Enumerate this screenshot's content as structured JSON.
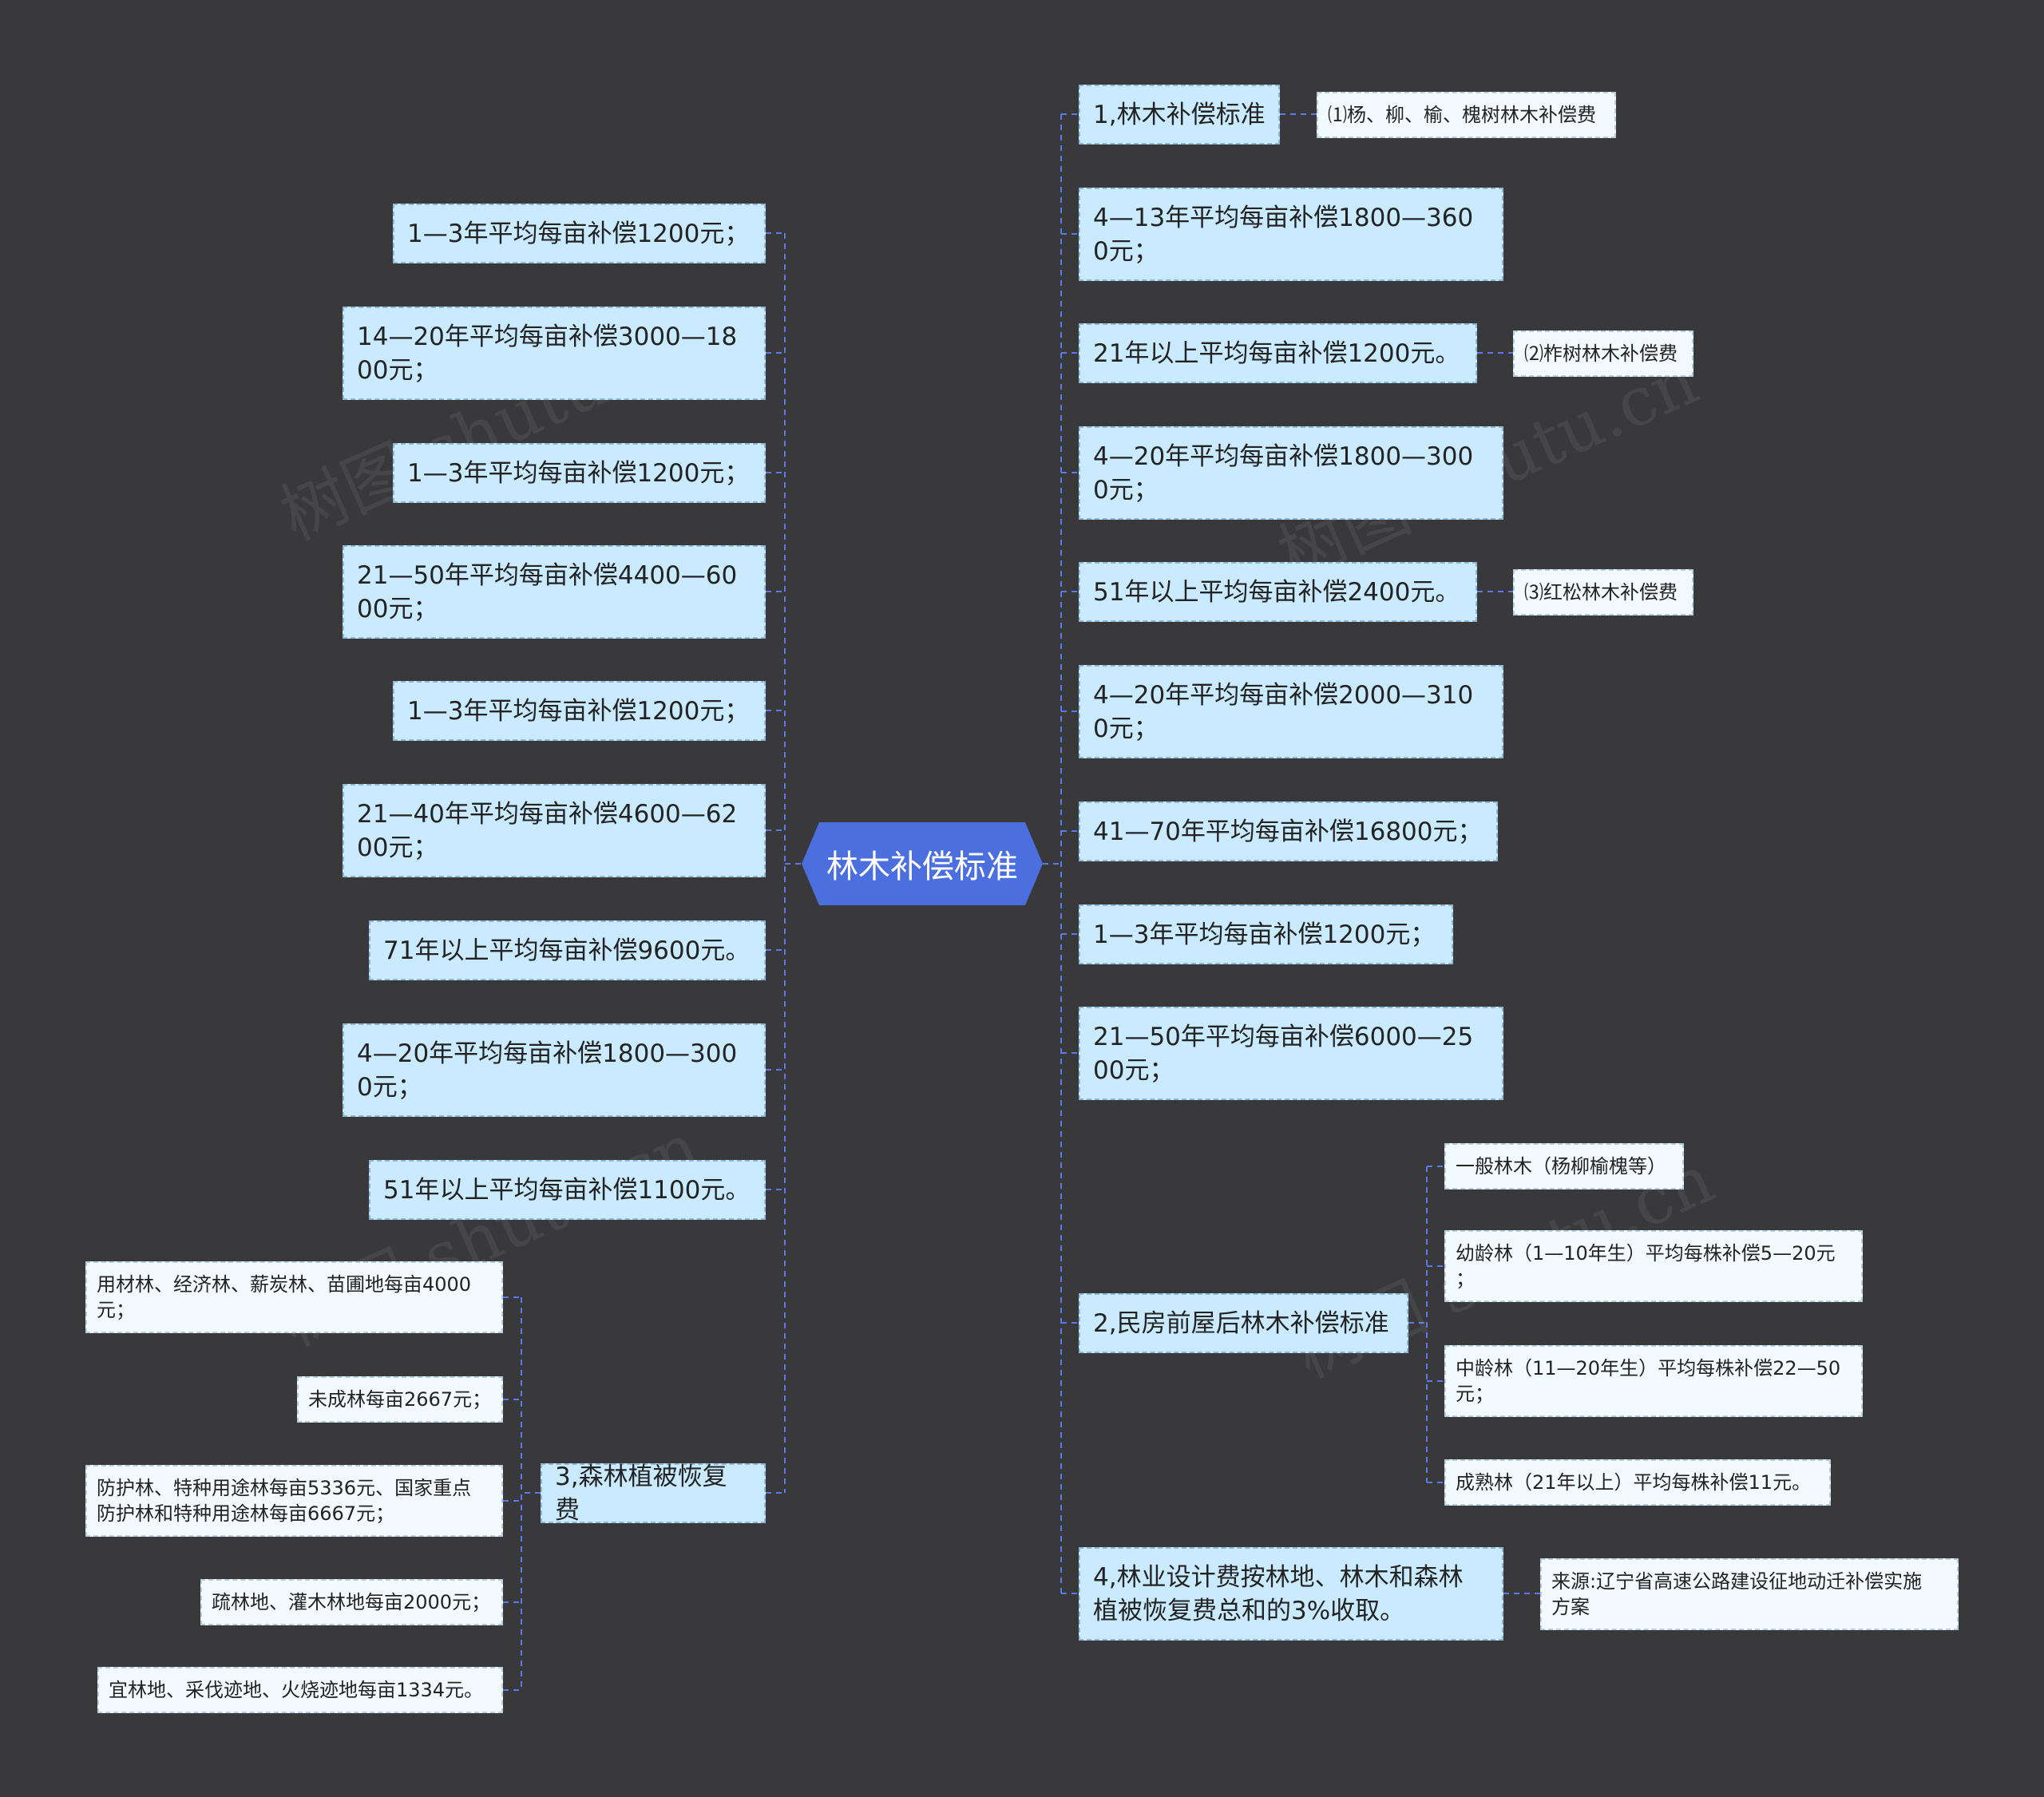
{
  "root": {
    "label": "林木补偿标准"
  },
  "left_items": [
    "1—3年平均每亩补偿1200元；",
    "14—20年平均每亩补偿3000—18\n00元；",
    "1—3年平均每亩补偿1200元；",
    "21—50年平均每亩补偿4400—60\n00元；",
    "1—3年平均每亩补偿1200元；",
    "21—40年平均每亩补偿4600—62\n00元；",
    "71年以上平均每亩补偿9600元。",
    "4—20年平均每亩补偿1800—300\n0元；",
    "51年以上平均每亩补偿1100元。"
  ],
  "left_group": {
    "label": "3,森林植被恢复费",
    "children": [
      "用材林、经济林、薪炭林、苗圃地每亩4000\n元；",
      "未成林每亩2667元；",
      "防护林、特种用途林每亩5336元、国家重点\n防护林和特种用途林每亩6667元；",
      "疏林地、灌木林地每亩2000元；",
      "宜林地、采伐迹地、火烧迹地每亩1334元。"
    ]
  },
  "right_items": [
    {
      "label": "1,林木补偿标准",
      "note": "⑴杨、柳、榆、槐树林木补偿费"
    },
    {
      "label": "4—13年平均每亩补偿1800—360\n0元；"
    },
    {
      "label": "21年以上平均每亩补偿1200元。",
      "note": "⑵柞树林木补偿费"
    },
    {
      "label": "4—20年平均每亩补偿1800—300\n0元；"
    },
    {
      "label": "51年以上平均每亩补偿2400元。",
      "note": "⑶红松林木补偿费"
    },
    {
      "label": "4—20年平均每亩补偿2000—310\n0元；"
    },
    {
      "label": "41—70年平均每亩补偿16800元；"
    },
    {
      "label": "1—3年平均每亩补偿1200元；"
    },
    {
      "label": "21—50年平均每亩补偿6000—25\n00元；"
    }
  ],
  "right_group": {
    "label": "2,民房前屋后林木补偿标准",
    "children": [
      "一般林木（杨柳榆槐等）",
      "幼龄林（1—10年生）平均每株补偿5—20元\n；",
      "中龄林（11—20年生）平均每株补偿22—50\n元；",
      "成熟林（21年以上）平均每株补偿11元。"
    ]
  },
  "right_last": {
    "label": "4,林业设计费按林地、林木和森林\n植被恢复费总和的3%收取。",
    "note": "来源:辽宁省高速公路建设征地动迁补偿实施\n方案"
  },
  "watermark": "树图 shutu.cn",
  "colors": {
    "background": "#39383b",
    "root": "#4c6fe0",
    "level1": "#caebff",
    "level2": "#f2faff",
    "line": "#5b7bea"
  }
}
